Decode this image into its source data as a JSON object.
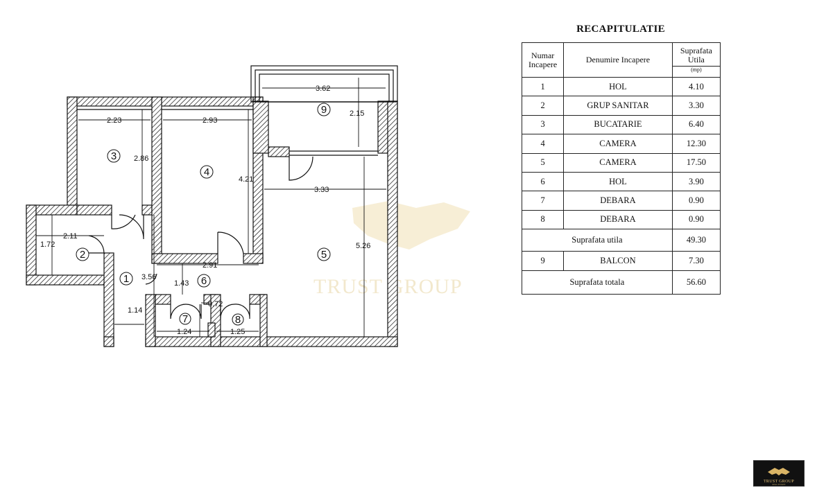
{
  "plan": {
    "watermark": "TRUST GROUP",
    "rooms": [
      {
        "id": "1"
      },
      {
        "id": "2"
      },
      {
        "id": "3"
      },
      {
        "id": "4"
      },
      {
        "id": "5"
      },
      {
        "id": "6"
      },
      {
        "id": "7"
      },
      {
        "id": "8"
      },
      {
        "id": "9"
      }
    ],
    "dimensions": {
      "d_362": "3.62",
      "d_215": "2.15",
      "d_223": "2.23",
      "d_293": "2.93",
      "d_286": "2.86",
      "d_421": "4.21",
      "d_333": "3.33",
      "d_211": "2.11",
      "d_172": "1.72",
      "d_526": "5.26",
      "d_291": "2.91",
      "d_356": "3.56",
      "d_143": "1.43",
      "d_072": "0.72",
      "d_114": "1.14",
      "d_124": "1.24",
      "d_125": "1.25"
    }
  },
  "recap": {
    "title": "RECAPITULATIE",
    "headers": {
      "nr": "Numar Incapere",
      "name": "Denumire Incapere",
      "area": "Suprafata Utila",
      "unit": "(mp)"
    },
    "rows": [
      {
        "nr": "1",
        "name": "HOL",
        "area": "4.10"
      },
      {
        "nr": "2",
        "name": "GRUP SANITAR",
        "area": "3.30"
      },
      {
        "nr": "3",
        "name": "BUCATARIE",
        "area": "6.40"
      },
      {
        "nr": "4",
        "name": "CAMERA",
        "area": "12.30"
      },
      {
        "nr": "5",
        "name": "CAMERA",
        "area": "17.50"
      },
      {
        "nr": "6",
        "name": "HOL",
        "area": "3.90"
      },
      {
        "nr": "7",
        "name": "DEBARA",
        "area": "0.90"
      },
      {
        "nr": "8",
        "name": "DEBARA",
        "area": "0.90"
      }
    ],
    "useful": {
      "label": "Suprafata utila",
      "value": "49.30"
    },
    "balcony": {
      "nr": "9",
      "name": "BALCON",
      "area": "7.30"
    },
    "total": {
      "label": "Suprafata totala",
      "value": "56.60"
    }
  },
  "logo": {
    "text": "TRUST GROUP",
    "sub": "REAL ESTATE"
  }
}
